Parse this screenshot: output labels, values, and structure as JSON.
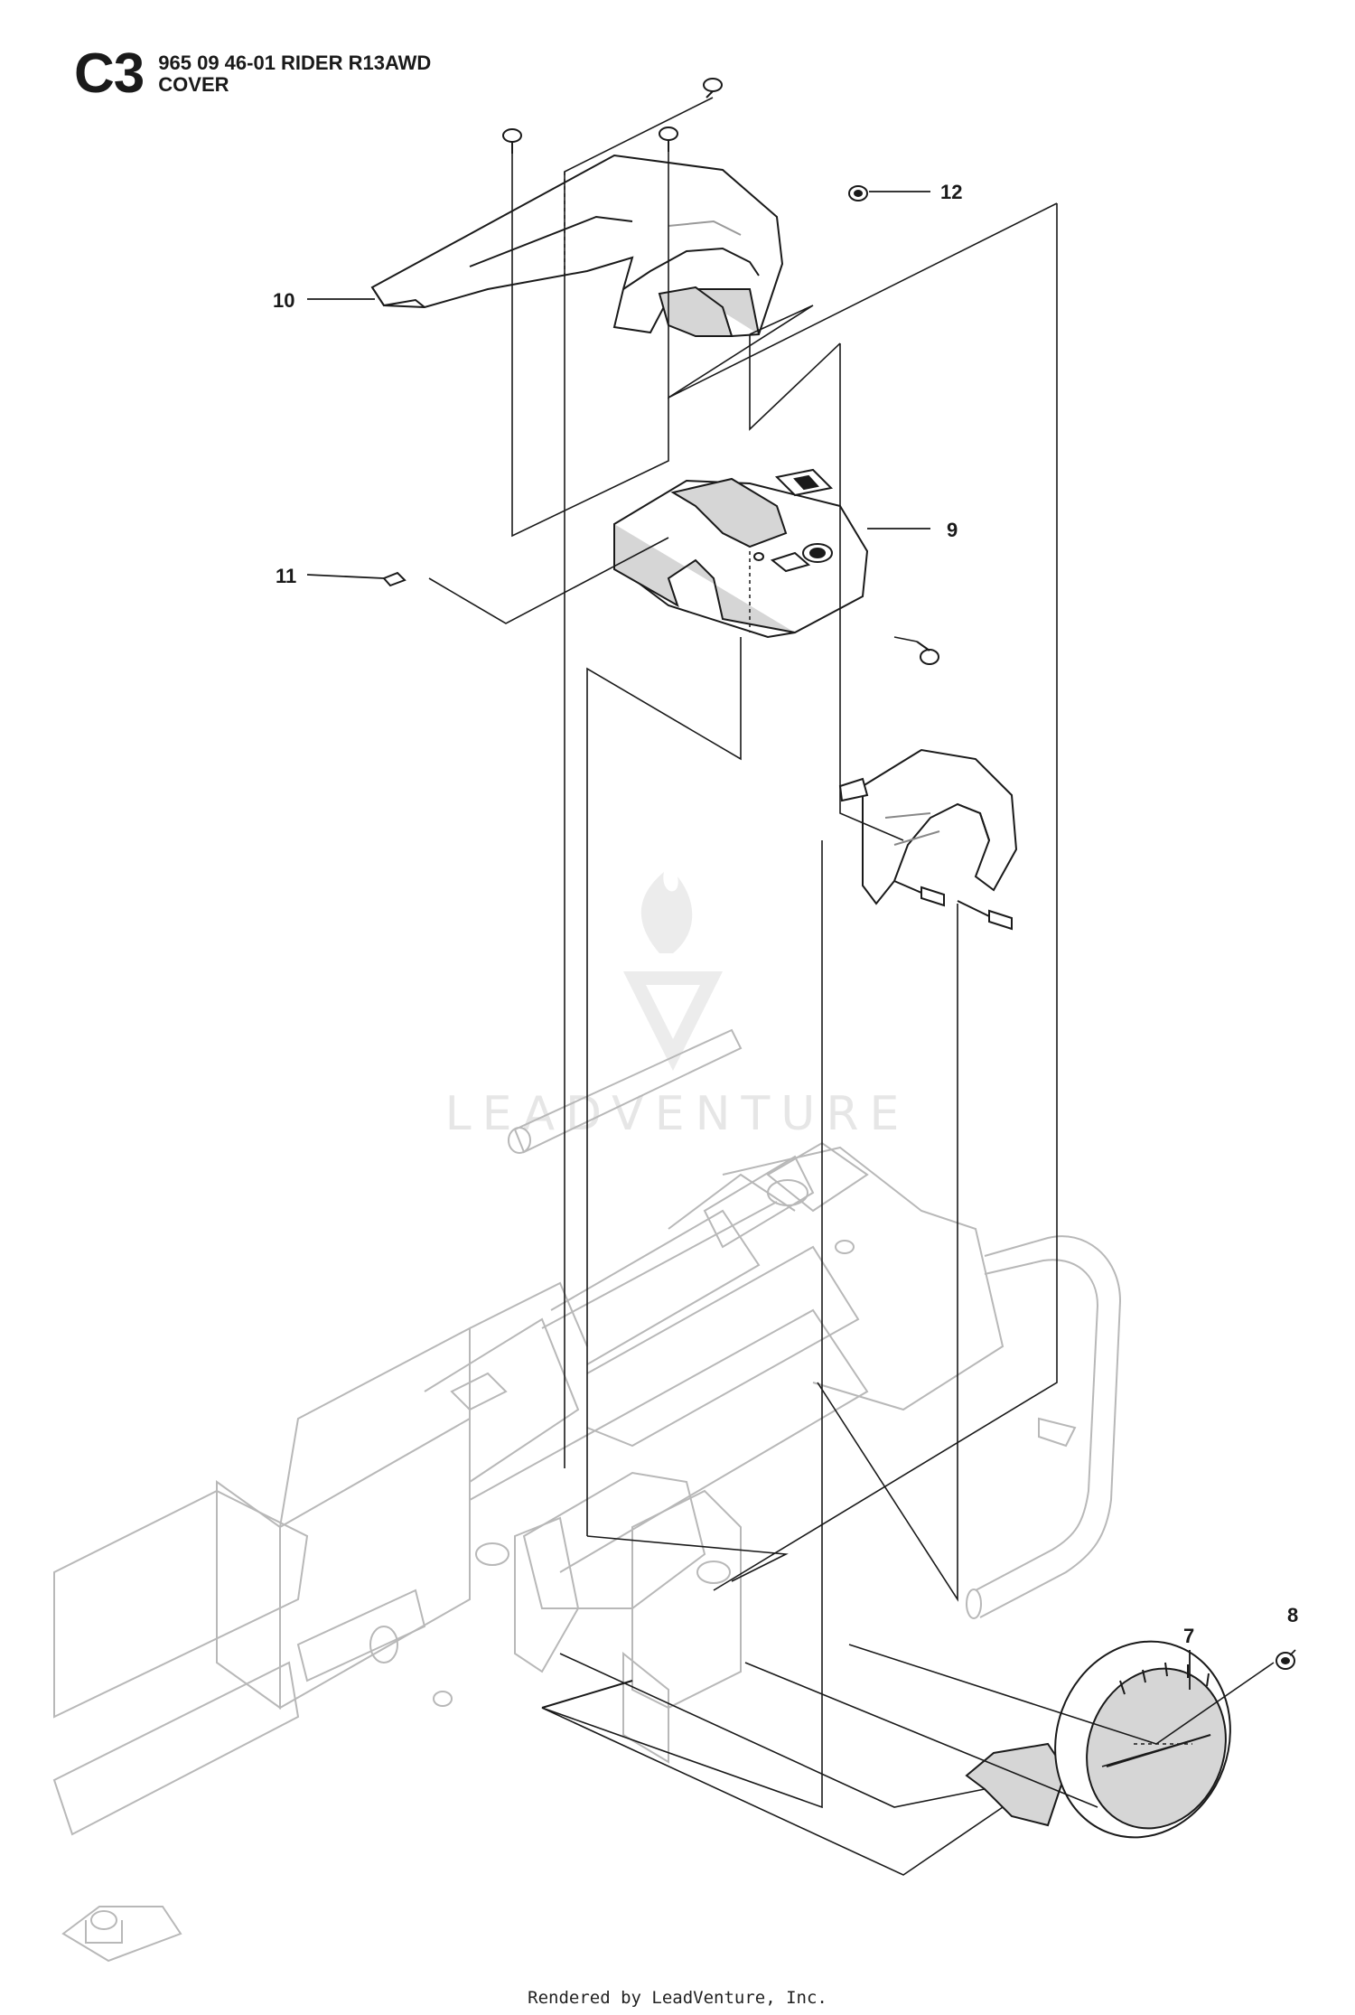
{
  "header": {
    "section_code": "C3",
    "model_line": "965 09 46-01 RIDER R13AWD",
    "group_name": "COVER"
  },
  "callouts": [
    {
      "id": "callout-7",
      "label": "7"
    },
    {
      "id": "callout-8",
      "label": "8"
    },
    {
      "id": "callout-9",
      "label": "9"
    },
    {
      "id": "callout-10",
      "label": "10"
    },
    {
      "id": "callout-11",
      "label": "11"
    },
    {
      "id": "callout-12",
      "label": "12"
    }
  ],
  "watermark": {
    "text": "LEADVENTURE"
  },
  "footer": {
    "text": "Rendered by LeadVenture, Inc."
  },
  "colors": {
    "line": "#1a1a1a",
    "frame": "#b8b8b8",
    "watermark": "#e6e6e6",
    "cover_shade": "#d6d6d6"
  }
}
